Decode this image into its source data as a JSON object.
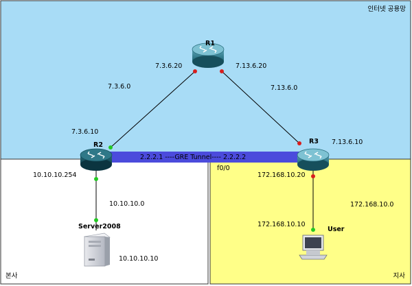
{
  "zones": {
    "internet": {
      "label": "인터넷 공용망",
      "color": "#a8dcf6"
    },
    "hq": {
      "label": "본사",
      "color": "#ffffff"
    },
    "branch": {
      "label": "지사",
      "color": "#ffff88"
    }
  },
  "devices": {
    "r1": {
      "label": "R1"
    },
    "r2": {
      "label": "R2"
    },
    "r3": {
      "label": "R3"
    },
    "server": {
      "label": "Server2008"
    },
    "user": {
      "label": "User"
    }
  },
  "links": {
    "r1_r2": {
      "network": "7.3.6.0",
      "r1_ip": "7.3.6.20",
      "r2_ip": "7.3.6.10"
    },
    "r1_r3": {
      "network": "7.13.6.0",
      "r1_ip": "7.13.6.20",
      "r3_ip": "7.13.6.10"
    },
    "r2_server": {
      "network": "10.10.10.0",
      "r2_ip": "10.10.10.254",
      "server_ip": "10.10.10.10"
    },
    "r3_user": {
      "network": "172.168.10.0",
      "r3_ip": "172.168.10.20",
      "user_ip": "172.168.10.10",
      "r3_iface": "f0/0"
    }
  },
  "tunnel": {
    "label": "2.2.2.1 ----GRE Tunnel----  2.2.2.2",
    "color": "#4b4bdc"
  },
  "status_colors": {
    "up": "#22c922",
    "down": "#d81e1e"
  }
}
